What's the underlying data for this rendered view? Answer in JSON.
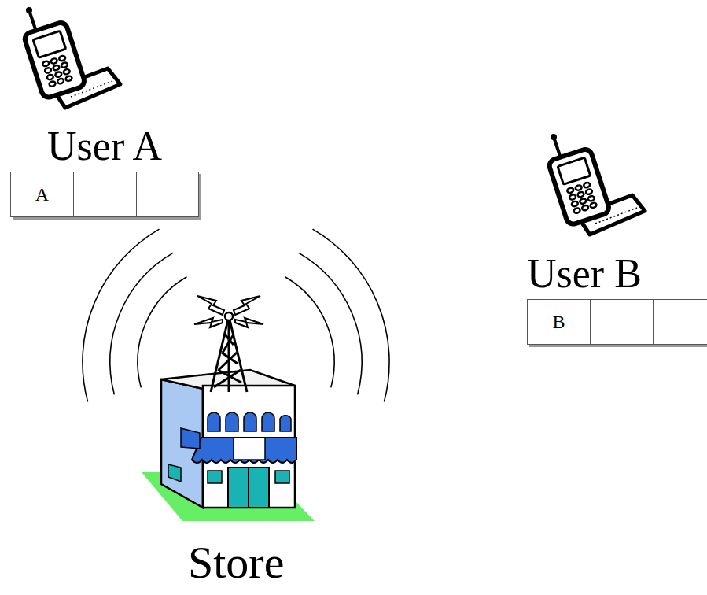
{
  "diagram": {
    "nodes": [
      {
        "text": [
          "User A",
          "A"
        ]
      },
      {
        "text": [
          "User B",
          "B"
        ]
      }
    ],
    "labels": [
      "Store"
    ]
  }
}
